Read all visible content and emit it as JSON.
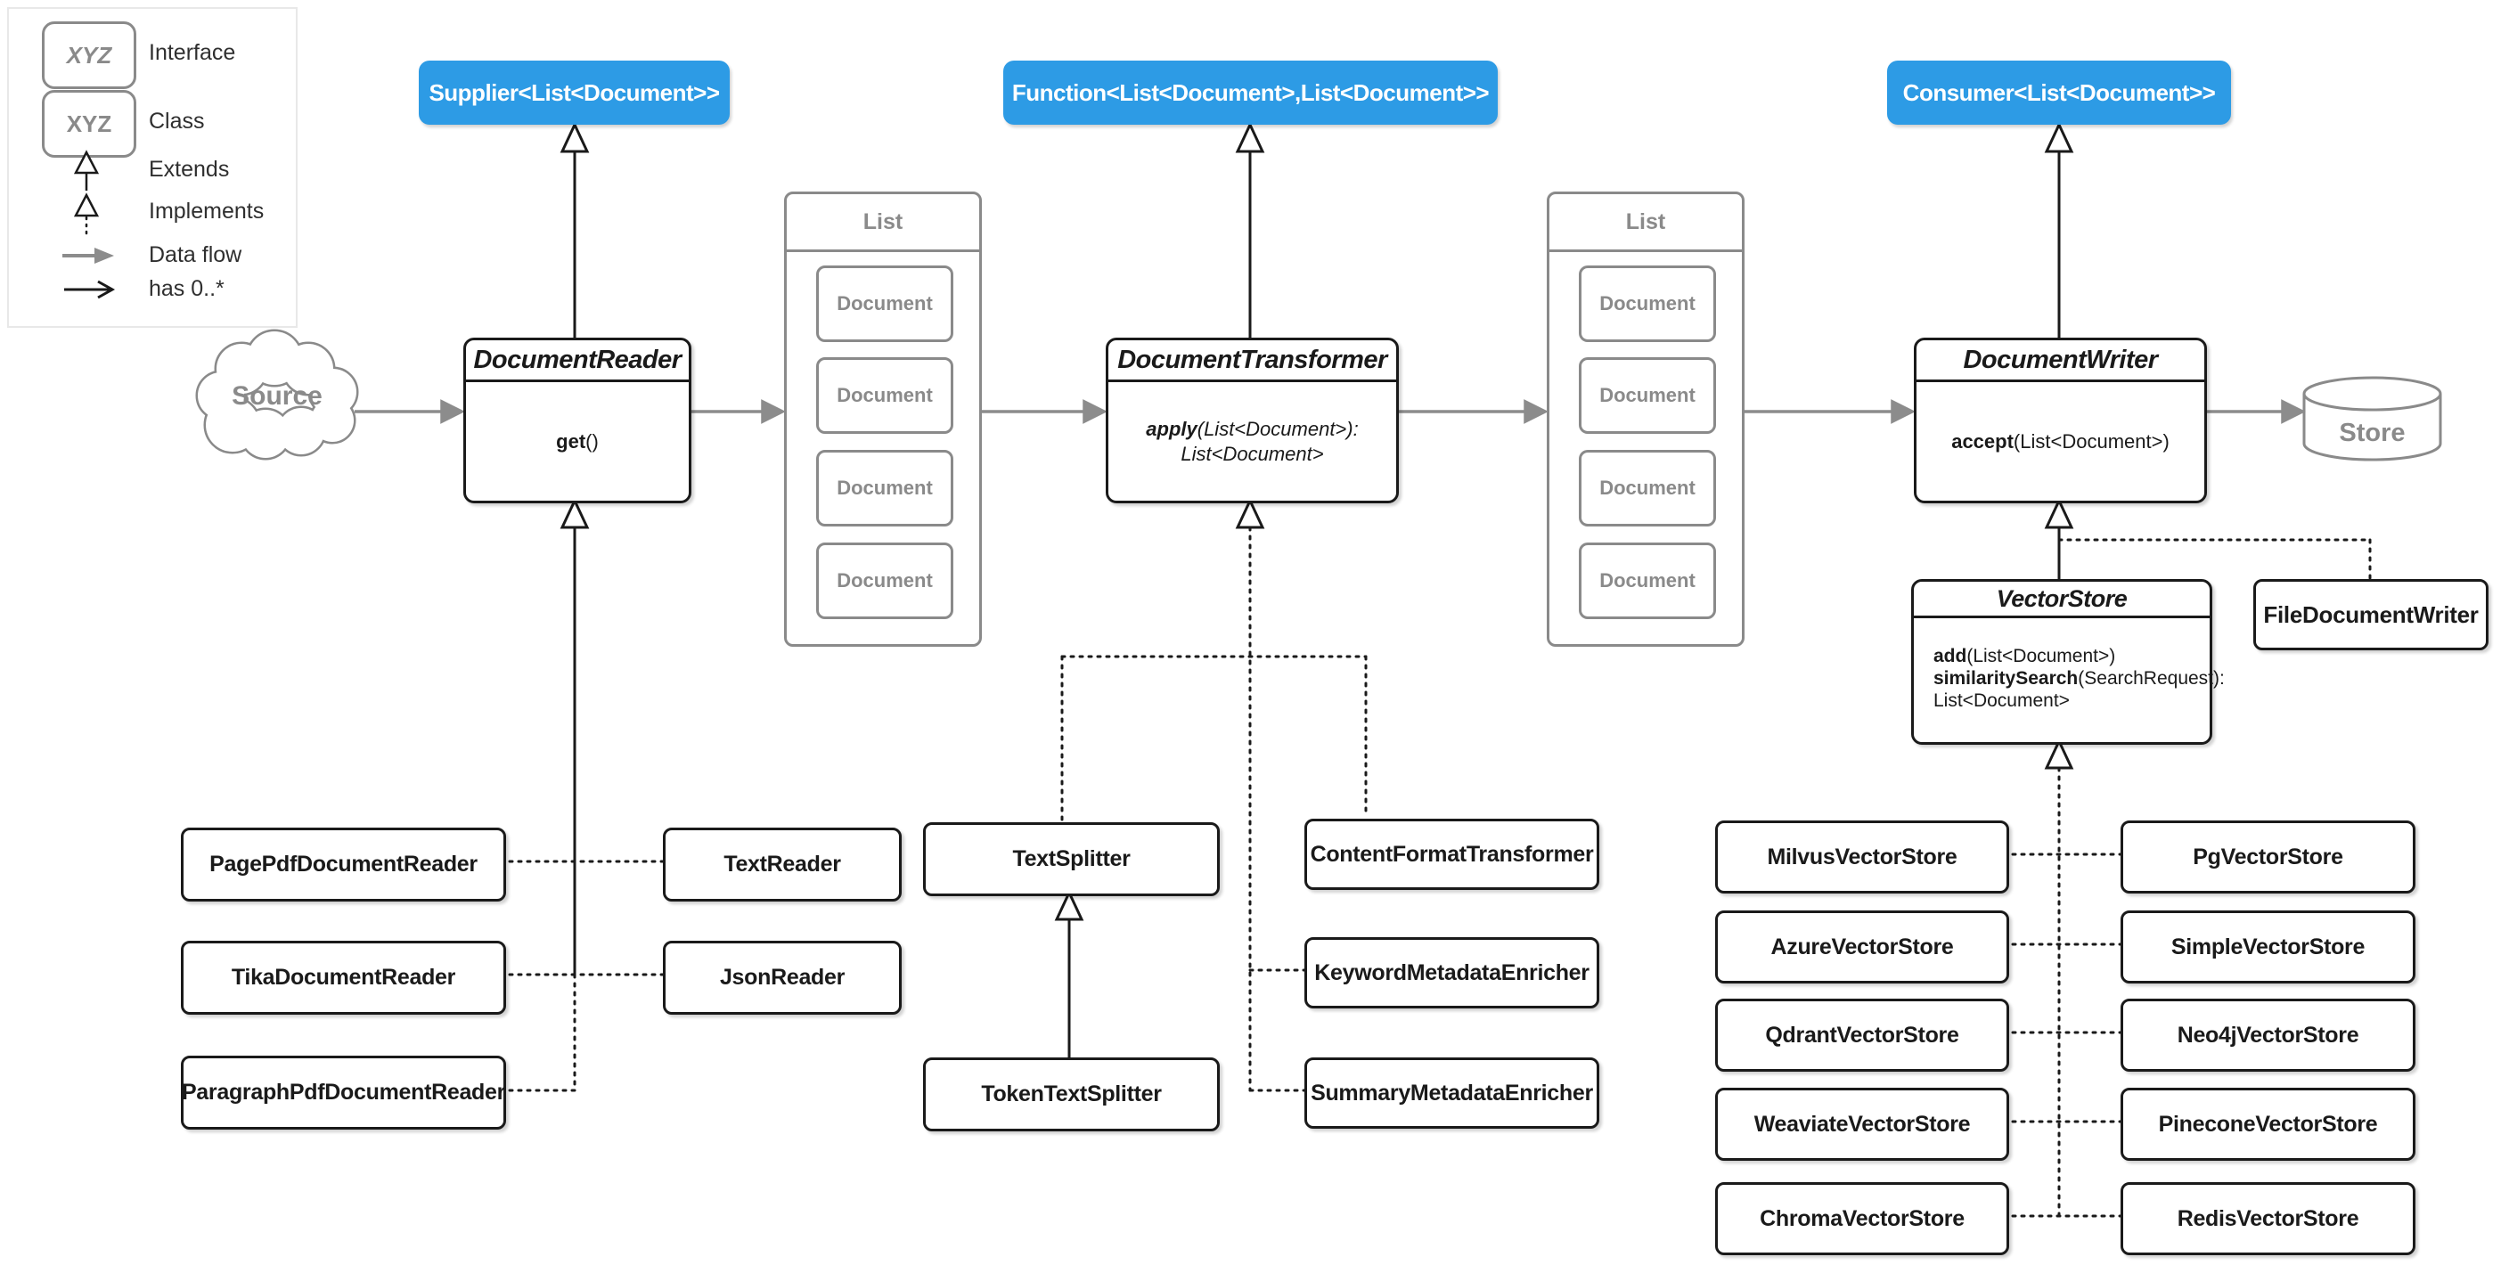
{
  "legend": {
    "interface": {
      "symbol": "XYZ",
      "label": "Interface"
    },
    "class": {
      "symbol": "XYZ",
      "label": "Class"
    },
    "extends": {
      "label": "Extends"
    },
    "implements": {
      "label": "Implements"
    },
    "data_flow": {
      "label": "Data flow"
    },
    "has": {
      "label": "has 0..*"
    }
  },
  "interfaces": {
    "supplier": "Supplier<List<Document>>",
    "function": "Function<List<Document>,List<Document>>",
    "consumer": "Consumer<List<Document>>"
  },
  "nodes": {
    "source": "Source",
    "store": "Store",
    "reader": {
      "title": "DocumentReader",
      "method": {
        "name": "get",
        "sig": "()"
      }
    },
    "transformer": {
      "title": "DocumentTransformer",
      "method": {
        "name": "apply",
        "sig": "(List<Document>):",
        "ret": "List<Document>"
      }
    },
    "writer": {
      "title": "DocumentWriter",
      "method": {
        "name": "accept",
        "sig": "(List<Document>)"
      }
    },
    "vector_store": {
      "title": "VectorStore",
      "m1name": "add",
      "m1sig": "(List<Document>)",
      "m2name": "similaritySearch",
      "m2sig": "(SearchRequest):",
      "m2ret": "List<Document>"
    },
    "file_writer": "FileDocumentWriter",
    "list1": {
      "title": "List",
      "items": [
        "Document",
        "Document",
        "Document",
        "Document"
      ]
    },
    "list2": {
      "title": "List",
      "items": [
        "Document",
        "Document",
        "Document",
        "Document"
      ]
    },
    "readers": [
      "PagePdfDocumentReader",
      "TikaDocumentReader",
      "ParagraphPdfDocumentReader",
      "TextReader",
      "JsonReader"
    ],
    "text_splitter": "TextSplitter",
    "token_text_splitter": "TokenTextSplitter",
    "transformers": [
      "ContentFormatTransformer",
      "KeywordMetadataEnricher",
      "SummaryMetadataEnricher"
    ],
    "vector_stores": [
      "MilvusVectorStore",
      "AzureVectorStore",
      "QdrantVectorStore",
      "WeaviateVectorStore",
      "ChromaVectorStore",
      "PgVectorStore",
      "SimpleVectorStore",
      "Neo4jVectorStore",
      "PineconeVectorStore",
      "RedisVectorStore"
    ]
  },
  "colors": {
    "accent_blue": "#2d9be5",
    "shape_gray": "#8a8a8a",
    "flow_gray": "#8c8c8c",
    "ink": "#1a1a1a"
  }
}
